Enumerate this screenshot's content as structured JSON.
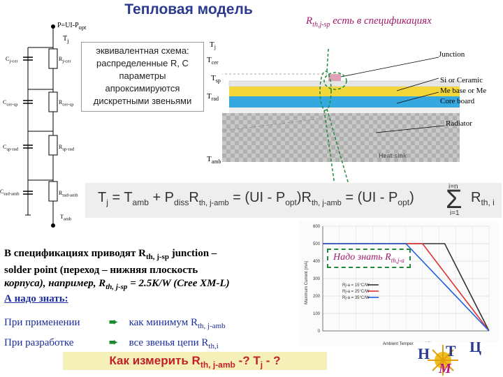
{
  "title": "Тепловая модель",
  "spec_note": {
    "r": "R",
    "sub": "th,j-sp",
    "rest": " есть в спецификациях"
  },
  "circuit": {
    "source": "P=UI-P",
    "source_sub": "opt",
    "tj": "T",
    "tj_sub": "j",
    "c1": "C",
    "c1_sub": "j-cer",
    "r1": "R",
    "r1_sub": "j-cer",
    "c2": "C",
    "c2_sub": "cer-sp",
    "r2": "R",
    "r2_sub": "cer-sp",
    "c3": "C",
    "c3_sub": "sp-rad",
    "r3": "R",
    "r3_sub": "sp-rad",
    "c4": "C",
    "c4_sub": "rad-amb",
    "r4": "R",
    "r4_sub": "rad-amb",
    "tamb": "T",
    "tamb_sub": "amb"
  },
  "equiv_box": [
    "эквивалентная схема:",
    "распределенные R, C",
    "параметры",
    "апроксимируются",
    "дискретными звеньями"
  ],
  "temps": {
    "tj": "T",
    "tj_sub": "j",
    "tcer": "T",
    "tcer_sub": "cer",
    "tsp": "T",
    "tsp_sub": "sp",
    "trad": "T",
    "trad_sub": "rad",
    "tamb": "T",
    "tamb_sub": "amb"
  },
  "layers": {
    "junction": "Junction",
    "substrate": [
      "Si or Ceramic",
      "Me base or Me",
      "Core board"
    ],
    "radiator": "Radiator",
    "heat_sink": "Heat sink"
  },
  "formula": {
    "tj": "T",
    "tj_sub": "j",
    "eq1": " = T",
    "tamb_sub": "amb",
    "plus": " + P",
    "pdiss_sub": "diss",
    "r": "R",
    "r_sub": "th, j-amb",
    "eq2": " = (UI - P",
    "popt_sub": "opt",
    "close": ")R",
    "r2_sub": "th, j-amb",
    "eq3": " = (UI - P",
    "close2": ")",
    "sum_top": "i=n",
    "sum_bottom": "i=1",
    "sum": "Σ",
    "r3": "R",
    "r3_sub": "th, i"
  },
  "spec_text": {
    "line1": "В спецификациях приводят R",
    "line1_sub": "th, j-sp",
    "line1_rest": " junction –",
    "line2": "solder point (переход – нижняя плоскость",
    "line3": "корпуса), например, R",
    "line3_sub": "th, j-sp",
    "line3_rest": " = 2.5K/W (Cree XM-L)"
  },
  "must_know": "А надо знать:",
  "application": {
    "label": "При применении",
    "value": "как минимум R",
    "sub": "th, j-amb"
  },
  "development": {
    "label": "При разработке",
    "value": "все звенья цепи R",
    "sub": "th,i"
  },
  "how_to_measure": {
    "text": "Как измерить R",
    "sub": "th, j-amb",
    "rest": " -? T",
    "tj_sub": "j",
    "end": " - ?"
  },
  "need_know": {
    "text": "Надо знать R",
    "sub": "th,j-a"
  },
  "colors": {
    "title": "#2b3a8f",
    "accent_magenta": "#a0186a",
    "blue_text": "#1b2f9c",
    "green_dashed": "#1e8a3a",
    "how_box_bg": "#f5efb8",
    "how_text": "#c0202a"
  },
  "chart_data": {
    "type": "line",
    "xlabel": "Ambient Temperature (°C)",
    "ylabel": "Maximum Current (mA)",
    "ylim": [
      0,
      600
    ],
    "yticks": [
      0,
      100,
      200,
      300,
      400,
      500,
      600
    ],
    "series": [
      {
        "name": "Rj-a = 15°C/W",
        "color": "#333333",
        "x": [
          0,
          110,
          150
        ],
        "y": [
          500,
          500,
          0
        ]
      },
      {
        "name": "Rj-a = 25°C/W",
        "color": "#e03030",
        "x": [
          0,
          90,
          150
        ],
        "y": [
          500,
          500,
          0
        ]
      },
      {
        "name": "Rj-a = 35°C/W",
        "color": "#2060e0",
        "x": [
          0,
          75,
          150
        ],
        "y": [
          500,
          500,
          0
        ]
      }
    ]
  }
}
